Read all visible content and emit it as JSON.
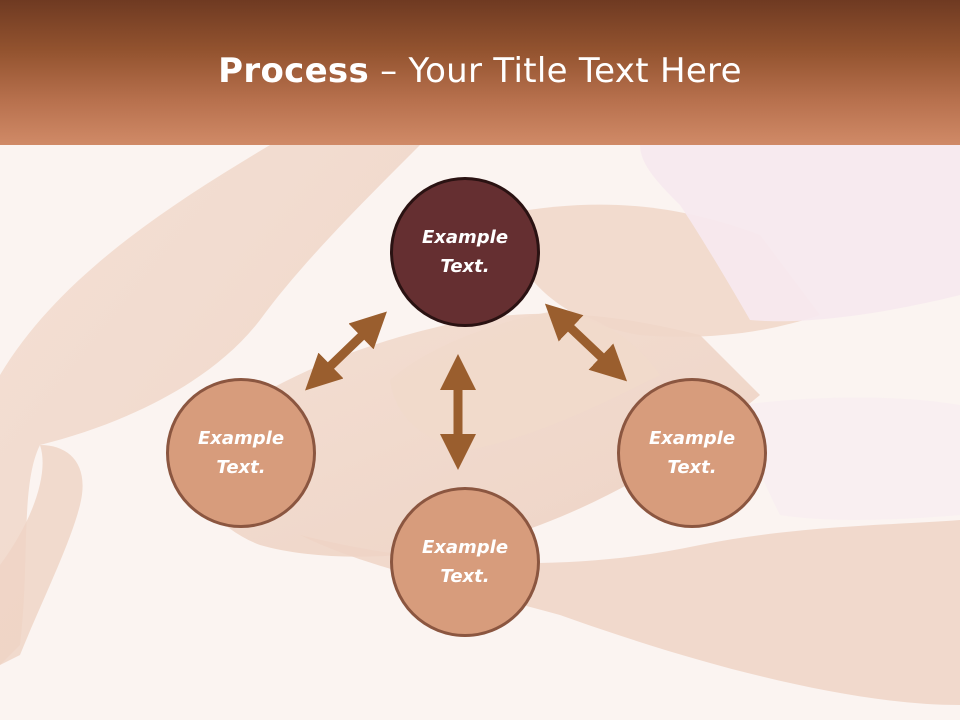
{
  "header": {
    "title_bold": "Process",
    "title_rest": " – Your Title Text Here"
  },
  "diagram": {
    "nodes": [
      {
        "id": "top",
        "label": "Example\nText."
      },
      {
        "id": "left",
        "label": "Example\nText."
      },
      {
        "id": "bottom",
        "label": "Example\nText."
      },
      {
        "id": "right",
        "label": "Example\nText."
      }
    ]
  },
  "colors": {
    "header_dark": "#6f3a22",
    "header_light": "#d08a67",
    "node_primary": "#652f31",
    "node_secondary": "#d79c7c",
    "arrow": "#9a5e2e"
  }
}
